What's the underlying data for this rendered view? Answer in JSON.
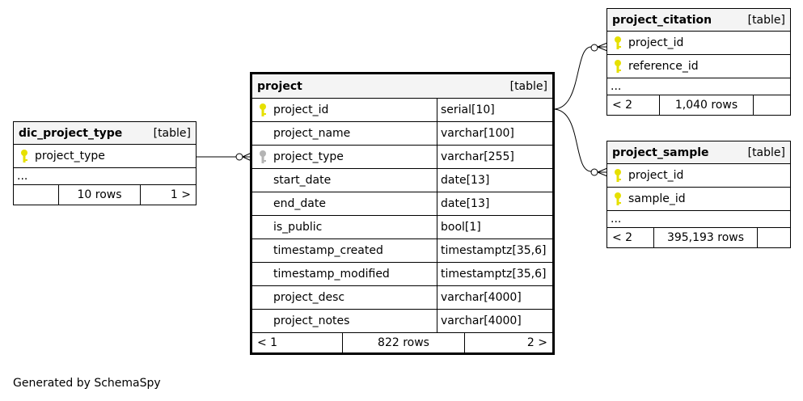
{
  "diagram": {
    "caption": "Generated by SchemaSpy",
    "tables": {
      "dic_project_type": {
        "name": "dic_project_type",
        "kind": "[table]",
        "columns": [
          {
            "name": "project_type",
            "key": "primary"
          }
        ],
        "ellipsis": "...",
        "footer": {
          "left": "",
          "middle": "10 rows",
          "right": "1 >"
        }
      },
      "project": {
        "name": "project",
        "kind": "[table]",
        "columns": [
          {
            "name": "project_id",
            "type": "serial[10]",
            "key": "primary"
          },
          {
            "name": "project_name",
            "type": "varchar[100]",
            "key": ""
          },
          {
            "name": "project_type",
            "type": "varchar[255]",
            "key": "foreign"
          },
          {
            "name": "start_date",
            "type": "date[13]",
            "key": ""
          },
          {
            "name": "end_date",
            "type": "date[13]",
            "key": ""
          },
          {
            "name": "is_public",
            "type": "bool[1]",
            "key": ""
          },
          {
            "name": "timestamp_created",
            "type": "timestamptz[35,6]",
            "key": ""
          },
          {
            "name": "timestamp_modified",
            "type": "timestamptz[35,6]",
            "key": ""
          },
          {
            "name": "project_desc",
            "type": "varchar[4000]",
            "key": ""
          },
          {
            "name": "project_notes",
            "type": "varchar[4000]",
            "key": ""
          }
        ],
        "footer": {
          "left": "< 1",
          "middle": "822 rows",
          "right": "2 >"
        }
      },
      "project_citation": {
        "name": "project_citation",
        "kind": "[table]",
        "columns": [
          {
            "name": "project_id",
            "key": "primary"
          },
          {
            "name": "reference_id",
            "key": "primary"
          }
        ],
        "ellipsis": "...",
        "footer": {
          "left": "< 2",
          "middle": "1,040 rows",
          "right": ""
        }
      },
      "project_sample": {
        "name": "project_sample",
        "kind": "[table]",
        "columns": [
          {
            "name": "project_id",
            "key": "primary"
          },
          {
            "name": "sample_id",
            "key": "primary"
          }
        ],
        "ellipsis": "...",
        "footer": {
          "left": "< 2",
          "middle": "395,193 rows",
          "right": ""
        }
      }
    },
    "colors": {
      "primary_key": "#e6e000",
      "foreign_key": "#b4b4b4",
      "header_bg": "#f4f4f4"
    }
  }
}
